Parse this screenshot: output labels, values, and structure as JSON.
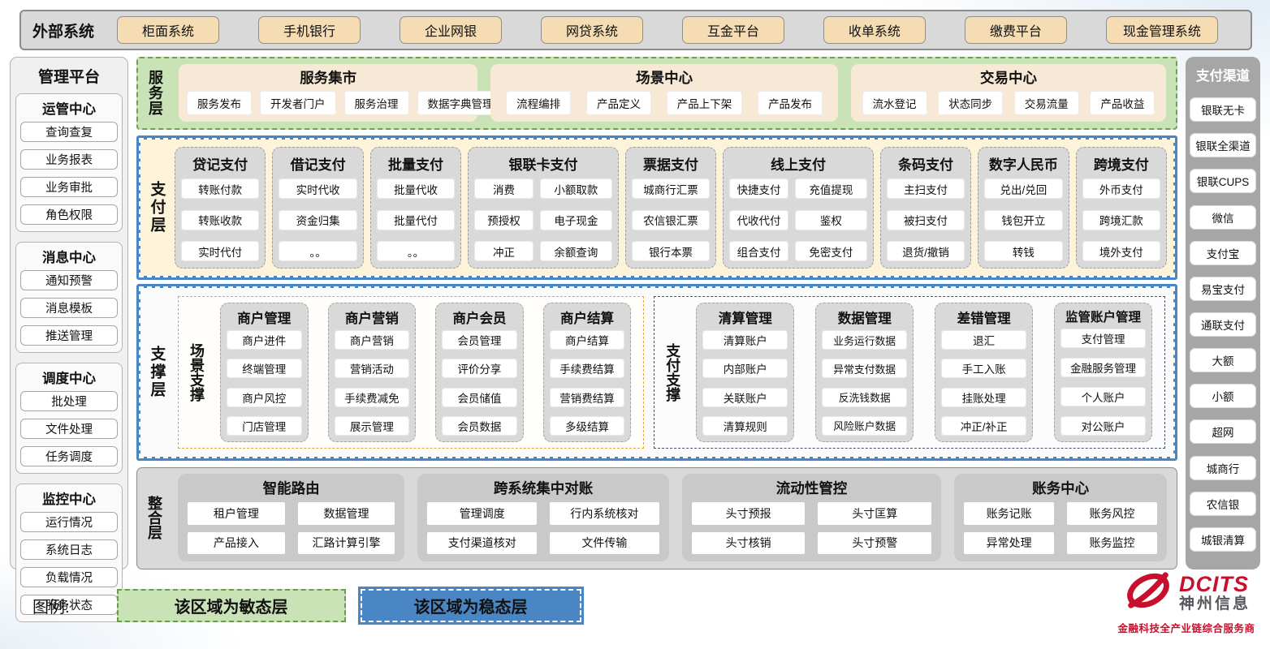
{
  "external_systems": {
    "label": "外部系统",
    "items": [
      "柜面系统",
      "手机银行",
      "企业网银",
      "网贷系统",
      "互金平台",
      "收单系统",
      "缴费平台",
      "现金管理系统"
    ]
  },
  "management_platform": {
    "title": "管理平台",
    "groups": [
      {
        "title": "运管中心",
        "items": [
          "查询查复",
          "业务报表",
          "业务审批",
          "角色权限"
        ]
      },
      {
        "title": "消息中心",
        "items": [
          "通知预警",
          "消息模板",
          "推送管理"
        ]
      },
      {
        "title": "调度中心",
        "items": [
          "批处理",
          "文件处理",
          "任务调度"
        ]
      },
      {
        "title": "监控中心",
        "items": [
          "运行情况",
          "系统日志",
          "负载情况",
          "服务状态"
        ]
      }
    ]
  },
  "service_layer": {
    "label": "服务层",
    "groups": [
      {
        "title": "服务集市",
        "items": [
          "服务发布",
          "开发者门户",
          "服务治理",
          "数据字典管理"
        ]
      },
      {
        "title": "场景中心",
        "items": [
          "流程编排",
          "产品定义",
          "产品上下架",
          "产品发布"
        ]
      },
      {
        "title": "交易中心",
        "items": [
          "流水登记",
          "状态同步",
          "交易流量",
          "产品收益"
        ]
      }
    ]
  },
  "payment_layer": {
    "label": "支付层",
    "columns": [
      {
        "title": "贷记支付",
        "items": [
          "转账付款",
          "转账收款",
          "实时代付"
        ]
      },
      {
        "title": "借记支付",
        "items": [
          "实时代收",
          "资金归集",
          "。。"
        ]
      },
      {
        "title": "批量支付",
        "items": [
          "批量代收",
          "批量代付",
          "。。"
        ]
      },
      {
        "title": "银联卡支付",
        "items": [
          "消费",
          "小额取款",
          "预授权",
          "电子现金",
          "冲正",
          "余额查询"
        ]
      },
      {
        "title": "票据支付",
        "items": [
          "城商行汇票",
          "农信银汇票",
          "银行本票"
        ]
      },
      {
        "title": "线上支付",
        "items": [
          "快捷支付",
          "充值提现",
          "代收代付",
          "鉴权",
          "组合支付",
          "免密支付"
        ]
      },
      {
        "title": "条码支付",
        "items": [
          "主扫支付",
          "被扫支付",
          "退货/撤销"
        ]
      },
      {
        "title": "数字人民币",
        "items": [
          "兑出/兑回",
          "钱包开立",
          "转钱"
        ]
      },
      {
        "title": "跨境支付",
        "items": [
          "外币支付",
          "跨境汇款",
          "境外支付"
        ]
      }
    ]
  },
  "support_layer": {
    "label": "支撑层",
    "sections": [
      {
        "label": "场景支撑",
        "columns": [
          {
            "title": "商户管理",
            "items": [
              "商户进件",
              "终端管理",
              "商户风控",
              "门店管理"
            ]
          },
          {
            "title": "商户营销",
            "items": [
              "商户营销",
              "营销活动",
              "手续费减免",
              "展示管理"
            ]
          },
          {
            "title": "商户会员",
            "items": [
              "会员管理",
              "评价分享",
              "会员储值",
              "会员数据"
            ]
          },
          {
            "title": "商户结算",
            "items": [
              "商户结算",
              "手续费结算",
              "营销费结算",
              "多级结算"
            ]
          }
        ]
      },
      {
        "label": "支付支撑",
        "columns": [
          {
            "title": "清算管理",
            "items": [
              "清算账户",
              "内部账户",
              "关联账户",
              "清算规则"
            ]
          },
          {
            "title": "数据管理",
            "items": [
              "业务运行数据",
              "异常支付数据",
              "反洗钱数据",
              "风险账户数据"
            ]
          },
          {
            "title": "差错管理",
            "items": [
              "退汇",
              "手工入账",
              "挂账处理",
              "冲正/补正"
            ]
          },
          {
            "title": "监管账户管理",
            "items": [
              "支付管理",
              "金融服务管理",
              "个人账户",
              "对公账户"
            ]
          }
        ]
      }
    ]
  },
  "integration_layer": {
    "label": "整合层",
    "groups": [
      {
        "title": "智能路由",
        "items": [
          "租户管理",
          "数据管理",
          "产品接入",
          "汇路计算引擎"
        ]
      },
      {
        "title": "跨系统集中对账",
        "items": [
          "管理调度",
          "行内系统核对",
          "支付渠道核对",
          "文件传输"
        ]
      },
      {
        "title": "流动性管控",
        "items": [
          "头寸预报",
          "头寸匡算",
          "头寸核销",
          "头寸预警"
        ]
      },
      {
        "title": "账务中心",
        "items": [
          "账务记账",
          "账务风控",
          "异常处理",
          "账务监控"
        ]
      }
    ]
  },
  "payment_channels": {
    "title": "支付渠道",
    "items": [
      "银联无卡",
      "银联全渠道",
      "银联CUPS",
      "微信",
      "支付宝",
      "易宝支付",
      "通联支付",
      "大额",
      "小额",
      "超网",
      "城商行",
      "农信银",
      "城银清算"
    ]
  },
  "legend": {
    "label": "图例:",
    "agile": "该区域为敏态层",
    "stable": "该区域为稳态层"
  },
  "logo": {
    "name": "DCITS",
    "company": "神州信息",
    "slogan": "金融科技全产业链综合服务商"
  },
  "colors": {
    "agile_green": "#c9e2b6",
    "stable_blue": "#4a86c4",
    "external_tan": "#f5dcb3",
    "panel_gray": "#d9d9d9",
    "channel_gray": "#a6a6a6",
    "scene_accent_orange": "#e8a33d",
    "paysupport_accent_navy": "#44546a",
    "brand_red": "#c8102e"
  }
}
